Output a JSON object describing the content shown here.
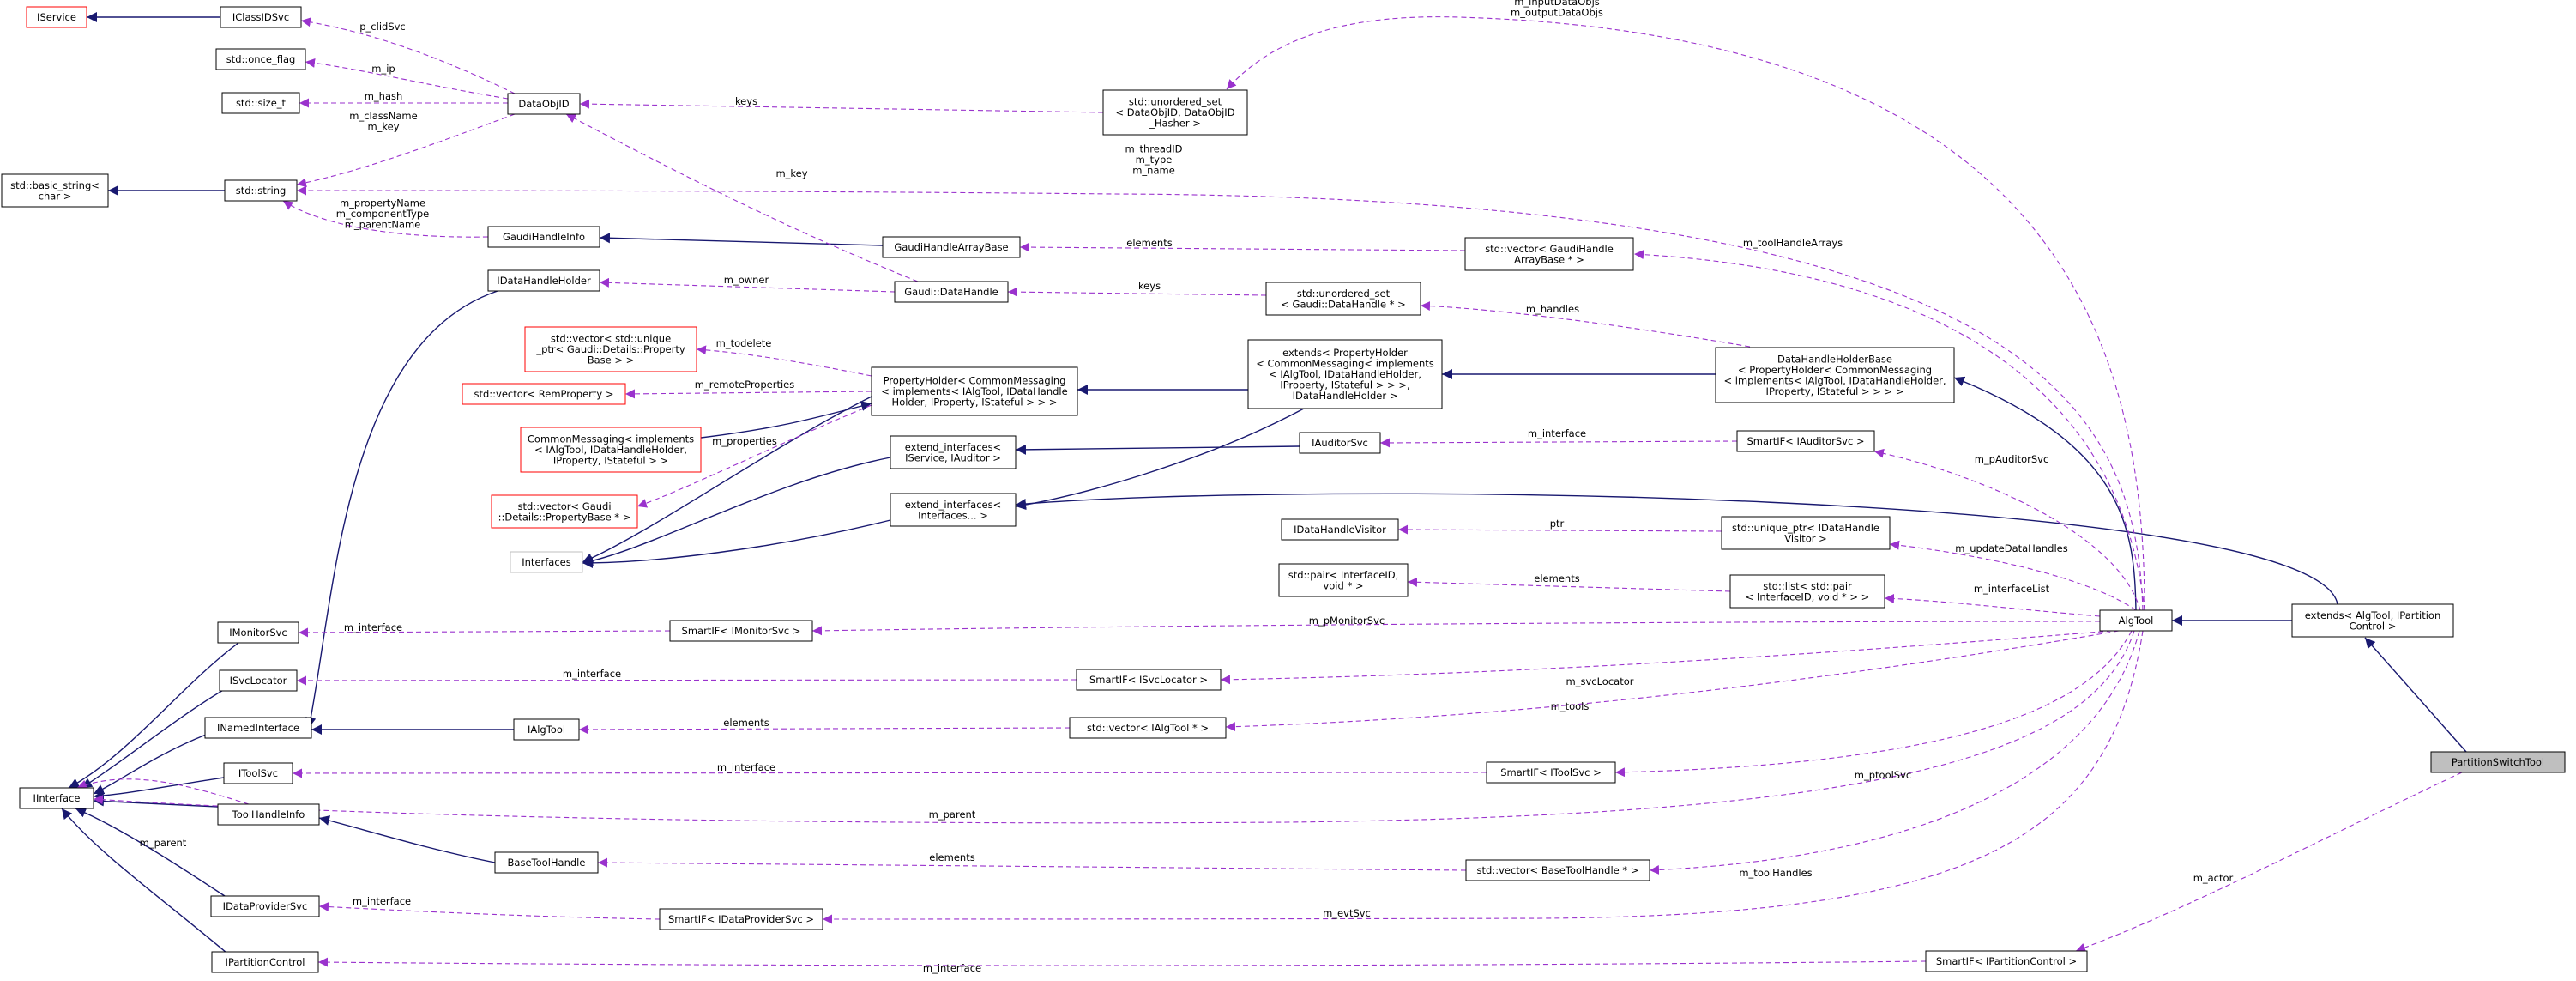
{
  "colors": {
    "inheritance": "#191970",
    "usage": "#9a32cd",
    "node_border": "#000000",
    "undocumented_border": "#ff0000",
    "external_border": "#bfbfbf",
    "focus_fill": "#bfbfbf",
    "label": "#000000"
  },
  "nodes": {
    "partitionswitchtool": {
      "lines": [
        "PartitionSwitchTool"
      ]
    },
    "extends_algtool": {
      "lines": [
        "extends< AlgTool, IPartition",
        "Control >"
      ]
    },
    "algtool": {
      "lines": [
        "AlgTool"
      ]
    },
    "datahandleholderbase": {
      "lines": [
        "DataHandleHolderBase",
        "< PropertyHolder< CommonMessaging",
        "< implements< IAlgTool, IDataHandleHolder,",
        "IProperty, IStateful > > > >"
      ]
    },
    "extends_propertyholder": {
      "lines": [
        "extends< PropertyHolder",
        "< CommonMessaging< implements",
        "< IAlgTool, IDataHandleHolder,",
        "IProperty, IStateful > > >,",
        "IDataHandleHolder >"
      ]
    },
    "propertyholder": {
      "lines": [
        "PropertyHolder< CommonMessaging",
        "< implements< IAlgTool, IDataHandle",
        "Holder, IProperty, IStateful > > >"
      ]
    },
    "commonmessaging": {
      "lines": [
        "CommonMessaging< implements",
        "< IAlgTool, IDataHandleHolder,",
        "IProperty, IStateful > >"
      ]
    },
    "interfaces": {
      "lines": [
        "Interfaces"
      ]
    },
    "vector_unique_ptr": {
      "lines": [
        "std::vector< std::unique",
        "_ptr< Gaudi::Details::Property",
        "Base > >"
      ]
    },
    "vector_remproperty": {
      "lines": [
        "std::vector< RemProperty >"
      ]
    },
    "vector_propertybase": {
      "lines": [
        "std::vector< Gaudi",
        "::Details::PropertyBase * >"
      ]
    },
    "extend_interfaces_isvc": {
      "lines": [
        "extend_interfaces<",
        "IService, IAuditor >"
      ]
    },
    "extend_interfaces_dots": {
      "lines": [
        "extend_interfaces<",
        "Interfaces... >"
      ]
    },
    "iauditorsvc": {
      "lines": [
        "IAuditorSvc"
      ]
    },
    "smartif_iauditorsvc": {
      "lines": [
        "SmartIF< IAuditorSvc >"
      ]
    },
    "idatahandlevisitor": {
      "lines": [
        "IDataHandleVisitor"
      ]
    },
    "unique_ptr_visitor": {
      "lines": [
        "std::unique_ptr< IDataHandle",
        "Visitor >"
      ]
    },
    "pair_interfaceid": {
      "lines": [
        "std::pair< InterfaceID,",
        "void * >"
      ]
    },
    "list_pair": {
      "lines": [
        "std::list< std::pair",
        "< InterfaceID, void * > >"
      ]
    },
    "imonitorsvc": {
      "lines": [
        "IMonitorSvc"
      ]
    },
    "smartif_imonitorsvc": {
      "lines": [
        "SmartIF< IMonitorSvc >"
      ]
    },
    "isvclocator": {
      "lines": [
        "ISvcLocator"
      ]
    },
    "smartif_isvclocator": {
      "lines": [
        "SmartIF< ISvcLocator >"
      ]
    },
    "inamedinterface": {
      "lines": [
        "INamedInterface"
      ]
    },
    "ialgtool": {
      "lines": [
        "IAlgTool"
      ]
    },
    "vector_ialgtool": {
      "lines": [
        "std::vector< IAlgTool * >"
      ]
    },
    "itoolsvc": {
      "lines": [
        "IToolSvc"
      ]
    },
    "smartif_itoolsvc": {
      "lines": [
        "SmartIF< IToolSvc >"
      ]
    },
    "iinterface": {
      "lines": [
        "IInterface"
      ]
    },
    "toolhandleinfo": {
      "lines": [
        "ToolHandleInfo"
      ]
    },
    "basetoolhandle": {
      "lines": [
        "BaseToolHandle"
      ]
    },
    "vector_basetoolhandle": {
      "lines": [
        "std::vector< BaseToolHandle * >"
      ]
    },
    "idataprovidersvc": {
      "lines": [
        "IDataProviderSvc"
      ]
    },
    "smartif_idataprovidersvc": {
      "lines": [
        "SmartIF< IDataProviderSvc >"
      ]
    },
    "ipartitioncontrol": {
      "lines": [
        "IPartitionControl"
      ]
    },
    "smartif_ipartitioncontrol": {
      "lines": [
        "SmartIF< IPartitionControl >"
      ]
    },
    "iservice": {
      "lines": [
        "IService"
      ]
    },
    "iclassidsvc": {
      "lines": [
        "IClassIDSvc"
      ]
    },
    "once_flag": {
      "lines": [
        "std::once_flag"
      ]
    },
    "size_t": {
      "lines": [
        "std::size_t"
      ]
    },
    "dataobjid": {
      "lines": [
        "DataObjID"
      ]
    },
    "unordered_set_dataobjid": {
      "lines": [
        "std::unordered_set",
        "< DataObjID, DataObjID",
        "_Hasher >"
      ]
    },
    "basic_string": {
      "lines": [
        "std::basic_string<",
        "char >"
      ]
    },
    "std_string": {
      "lines": [
        "std::string"
      ]
    },
    "gaudihandleinfo": {
      "lines": [
        "GaudiHandleInfo"
      ]
    },
    "gaudihandlearraybase": {
      "lines": [
        "GaudiHandleArrayBase"
      ]
    },
    "vector_gaudihandle": {
      "lines": [
        "std::vector< GaudiHandle",
        "ArrayBase * >"
      ]
    },
    "idatahandleholder": {
      "lines": [
        "IDataHandleHolder"
      ]
    },
    "gaudi_datahandle": {
      "lines": [
        "Gaudi::DataHandle"
      ]
    },
    "unordered_set_datahandle": {
      "lines": [
        "std::unordered_set",
        "< Gaudi::DataHandle * >"
      ]
    }
  },
  "edge_labels": {
    "m_actor": {
      "lines": [
        "m_actor"
      ]
    },
    "m_inputDataObjs": {
      "lines": [
        "m_inputDataObjs",
        "m_outputDataObjs"
      ]
    },
    "m_threadID": {
      "lines": [
        "m_threadID",
        "m_type",
        "m_name"
      ]
    },
    "m_toolHandleArrays": {
      "lines": [
        "m_toolHandleArrays"
      ]
    },
    "m_handles": {
      "lines": [
        "m_handles"
      ]
    },
    "m_pAuditorSvc": {
      "lines": [
        "m_pAuditorSvc"
      ]
    },
    "m_updateDataHandles": {
      "lines": [
        "m_updateDataHandles"
      ]
    },
    "m_interfaceList": {
      "lines": [
        "m_interfaceList"
      ]
    },
    "m_pMonitorSvc": {
      "lines": [
        "m_pMonitorSvc"
      ]
    },
    "m_svcLocator": {
      "lines": [
        "m_svcLocator"
      ]
    },
    "m_tools": {
      "lines": [
        "m_tools"
      ]
    },
    "m_ptoolSvc": {
      "lines": [
        "m_ptoolSvc"
      ]
    },
    "m_parent_algtool": {
      "lines": [
        "m_parent"
      ]
    },
    "m_toolHandles": {
      "lines": [
        "m_toolHandles"
      ]
    },
    "m_evtSvc": {
      "lines": [
        "m_evtSvc"
      ]
    },
    "m_interface_partition": {
      "lines": [
        "m_interface"
      ]
    },
    "m_interface_auditor": {
      "lines": [
        "m_interface"
      ]
    },
    "ptr": {
      "lines": [
        "ptr"
      ]
    },
    "elements_pair": {
      "lines": [
        "elements"
      ]
    },
    "m_interface_monitor": {
      "lines": [
        "m_interface"
      ]
    },
    "m_interface_svclocator": {
      "lines": [
        "m_interface"
      ]
    },
    "elements_ialgtool": {
      "lines": [
        "elements"
      ]
    },
    "m_interface_toolsvc": {
      "lines": [
        "m_interface"
      ]
    },
    "elements_basetoolhandle": {
      "lines": [
        "elements"
      ]
    },
    "m_interface_dataprovider": {
      "lines": [
        "m_interface"
      ]
    },
    "m_parent_toolhandle": {
      "lines": [
        "m_parent"
      ]
    },
    "m_todelete": {
      "lines": [
        "m_todelete"
      ]
    },
    "m_remoteProperties": {
      "lines": [
        "m_remoteProperties"
      ]
    },
    "m_properties": {
      "lines": [
        "m_properties"
      ]
    },
    "keys_dataobjid": {
      "lines": [
        "keys"
      ]
    },
    "keys_datahandle": {
      "lines": [
        "keys"
      ]
    },
    "m_key_datahandle": {
      "lines": [
        "m_key"
      ]
    },
    "m_owner": {
      "lines": [
        "m_owner"
      ]
    },
    "elements_gaudihandle": {
      "lines": [
        "elements"
      ]
    },
    "p_clidSvc": {
      "lines": [
        "p_clidSvc"
      ]
    },
    "m_ip": {
      "lines": [
        "m_ip"
      ]
    },
    "m_hash": {
      "lines": [
        "m_hash"
      ]
    },
    "m_className": {
      "lines": [
        "m_className",
        "m_key"
      ]
    },
    "m_propertyName": {
      "lines": [
        "m_propertyName",
        "m_componentType",
        "m_parentName"
      ]
    }
  }
}
